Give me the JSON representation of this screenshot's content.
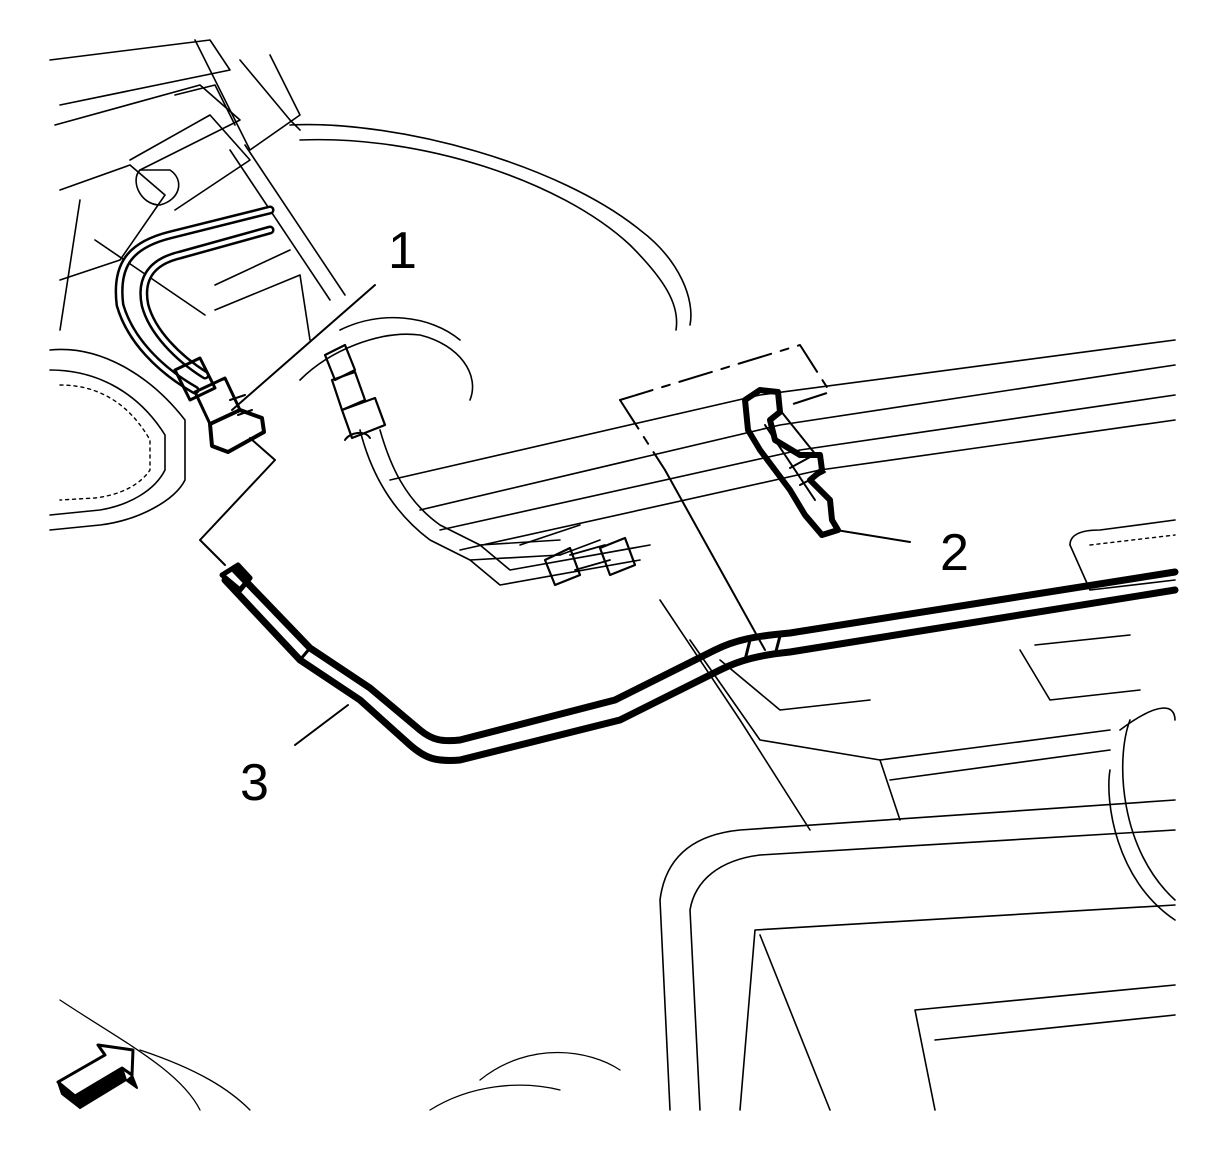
{
  "callouts": [
    {
      "id": "1",
      "label": "1"
    },
    {
      "id": "2",
      "label": "2"
    },
    {
      "id": "3",
      "label": "3"
    }
  ],
  "icons": {
    "view_direction": "arrow-right-up-icon"
  },
  "colors": {
    "line": "#000000",
    "background": "#ffffff"
  }
}
